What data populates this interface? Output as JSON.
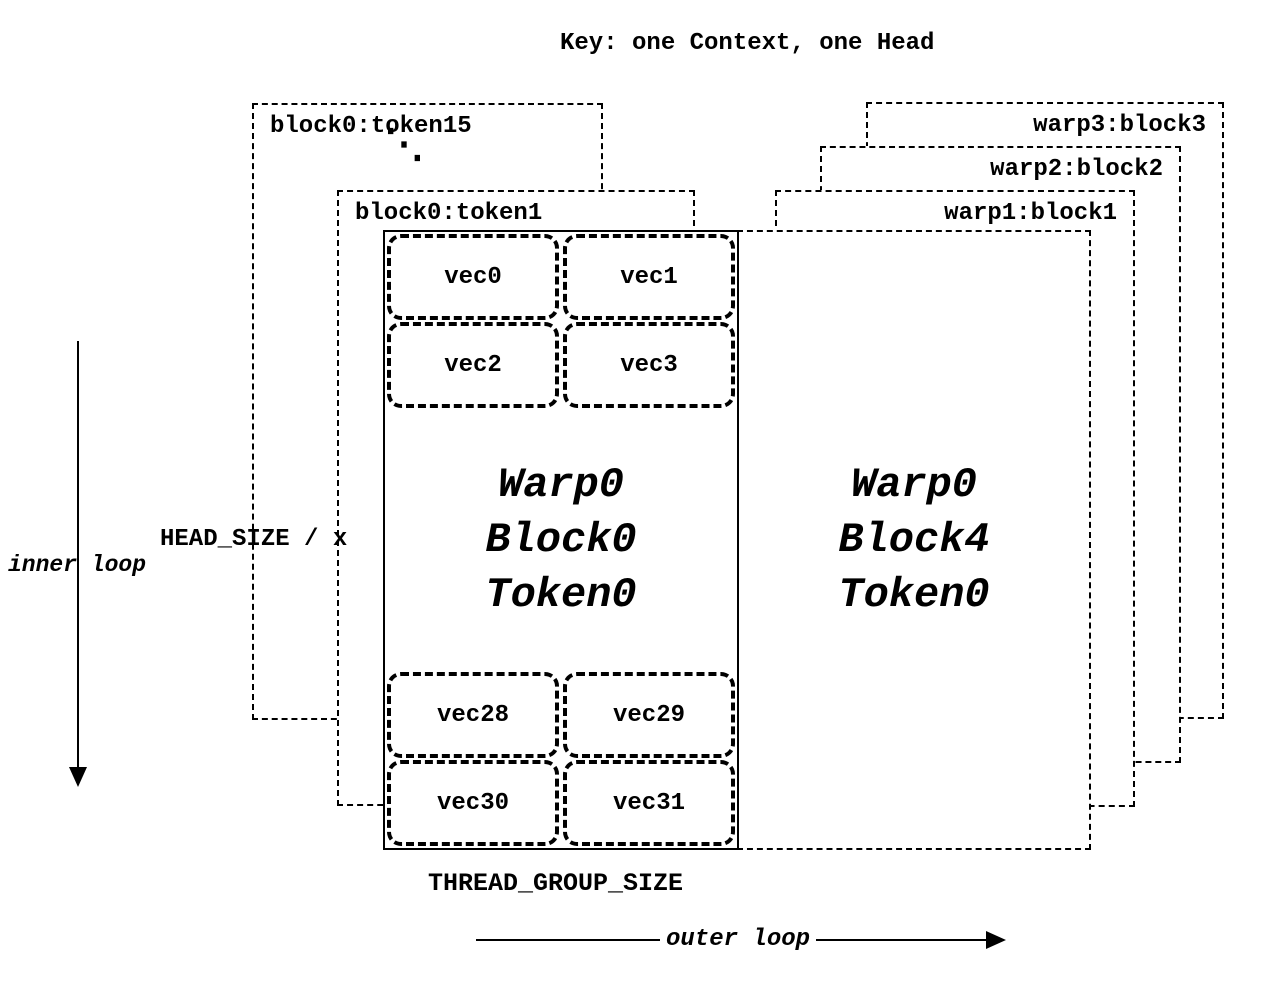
{
  "title": "Key: one Context, one Head",
  "left_stack": {
    "token15": "block0:token15",
    "ellipsis": "⋱",
    "token1": "block0:token1"
  },
  "right_stack": {
    "warp3": "warp3:block3",
    "warp2": "warp2:block2",
    "warp1": "warp1:block1"
  },
  "block0": {
    "vecs_top": [
      "vec0",
      "vec1",
      "vec2",
      "vec3"
    ],
    "vecs_bottom": [
      "vec28",
      "vec29",
      "vec30",
      "vec31"
    ],
    "lines": [
      "Warp0",
      "Block0",
      "Token0"
    ]
  },
  "block4": {
    "lines": [
      "Warp0",
      "Block4",
      "Token0"
    ]
  },
  "annotations": {
    "inner_loop": "inner loop",
    "outer_loop": "outer loop",
    "head_size": "HEAD_SIZE / x",
    "thread_group_size": "THREAD_GROUP_SIZE"
  }
}
